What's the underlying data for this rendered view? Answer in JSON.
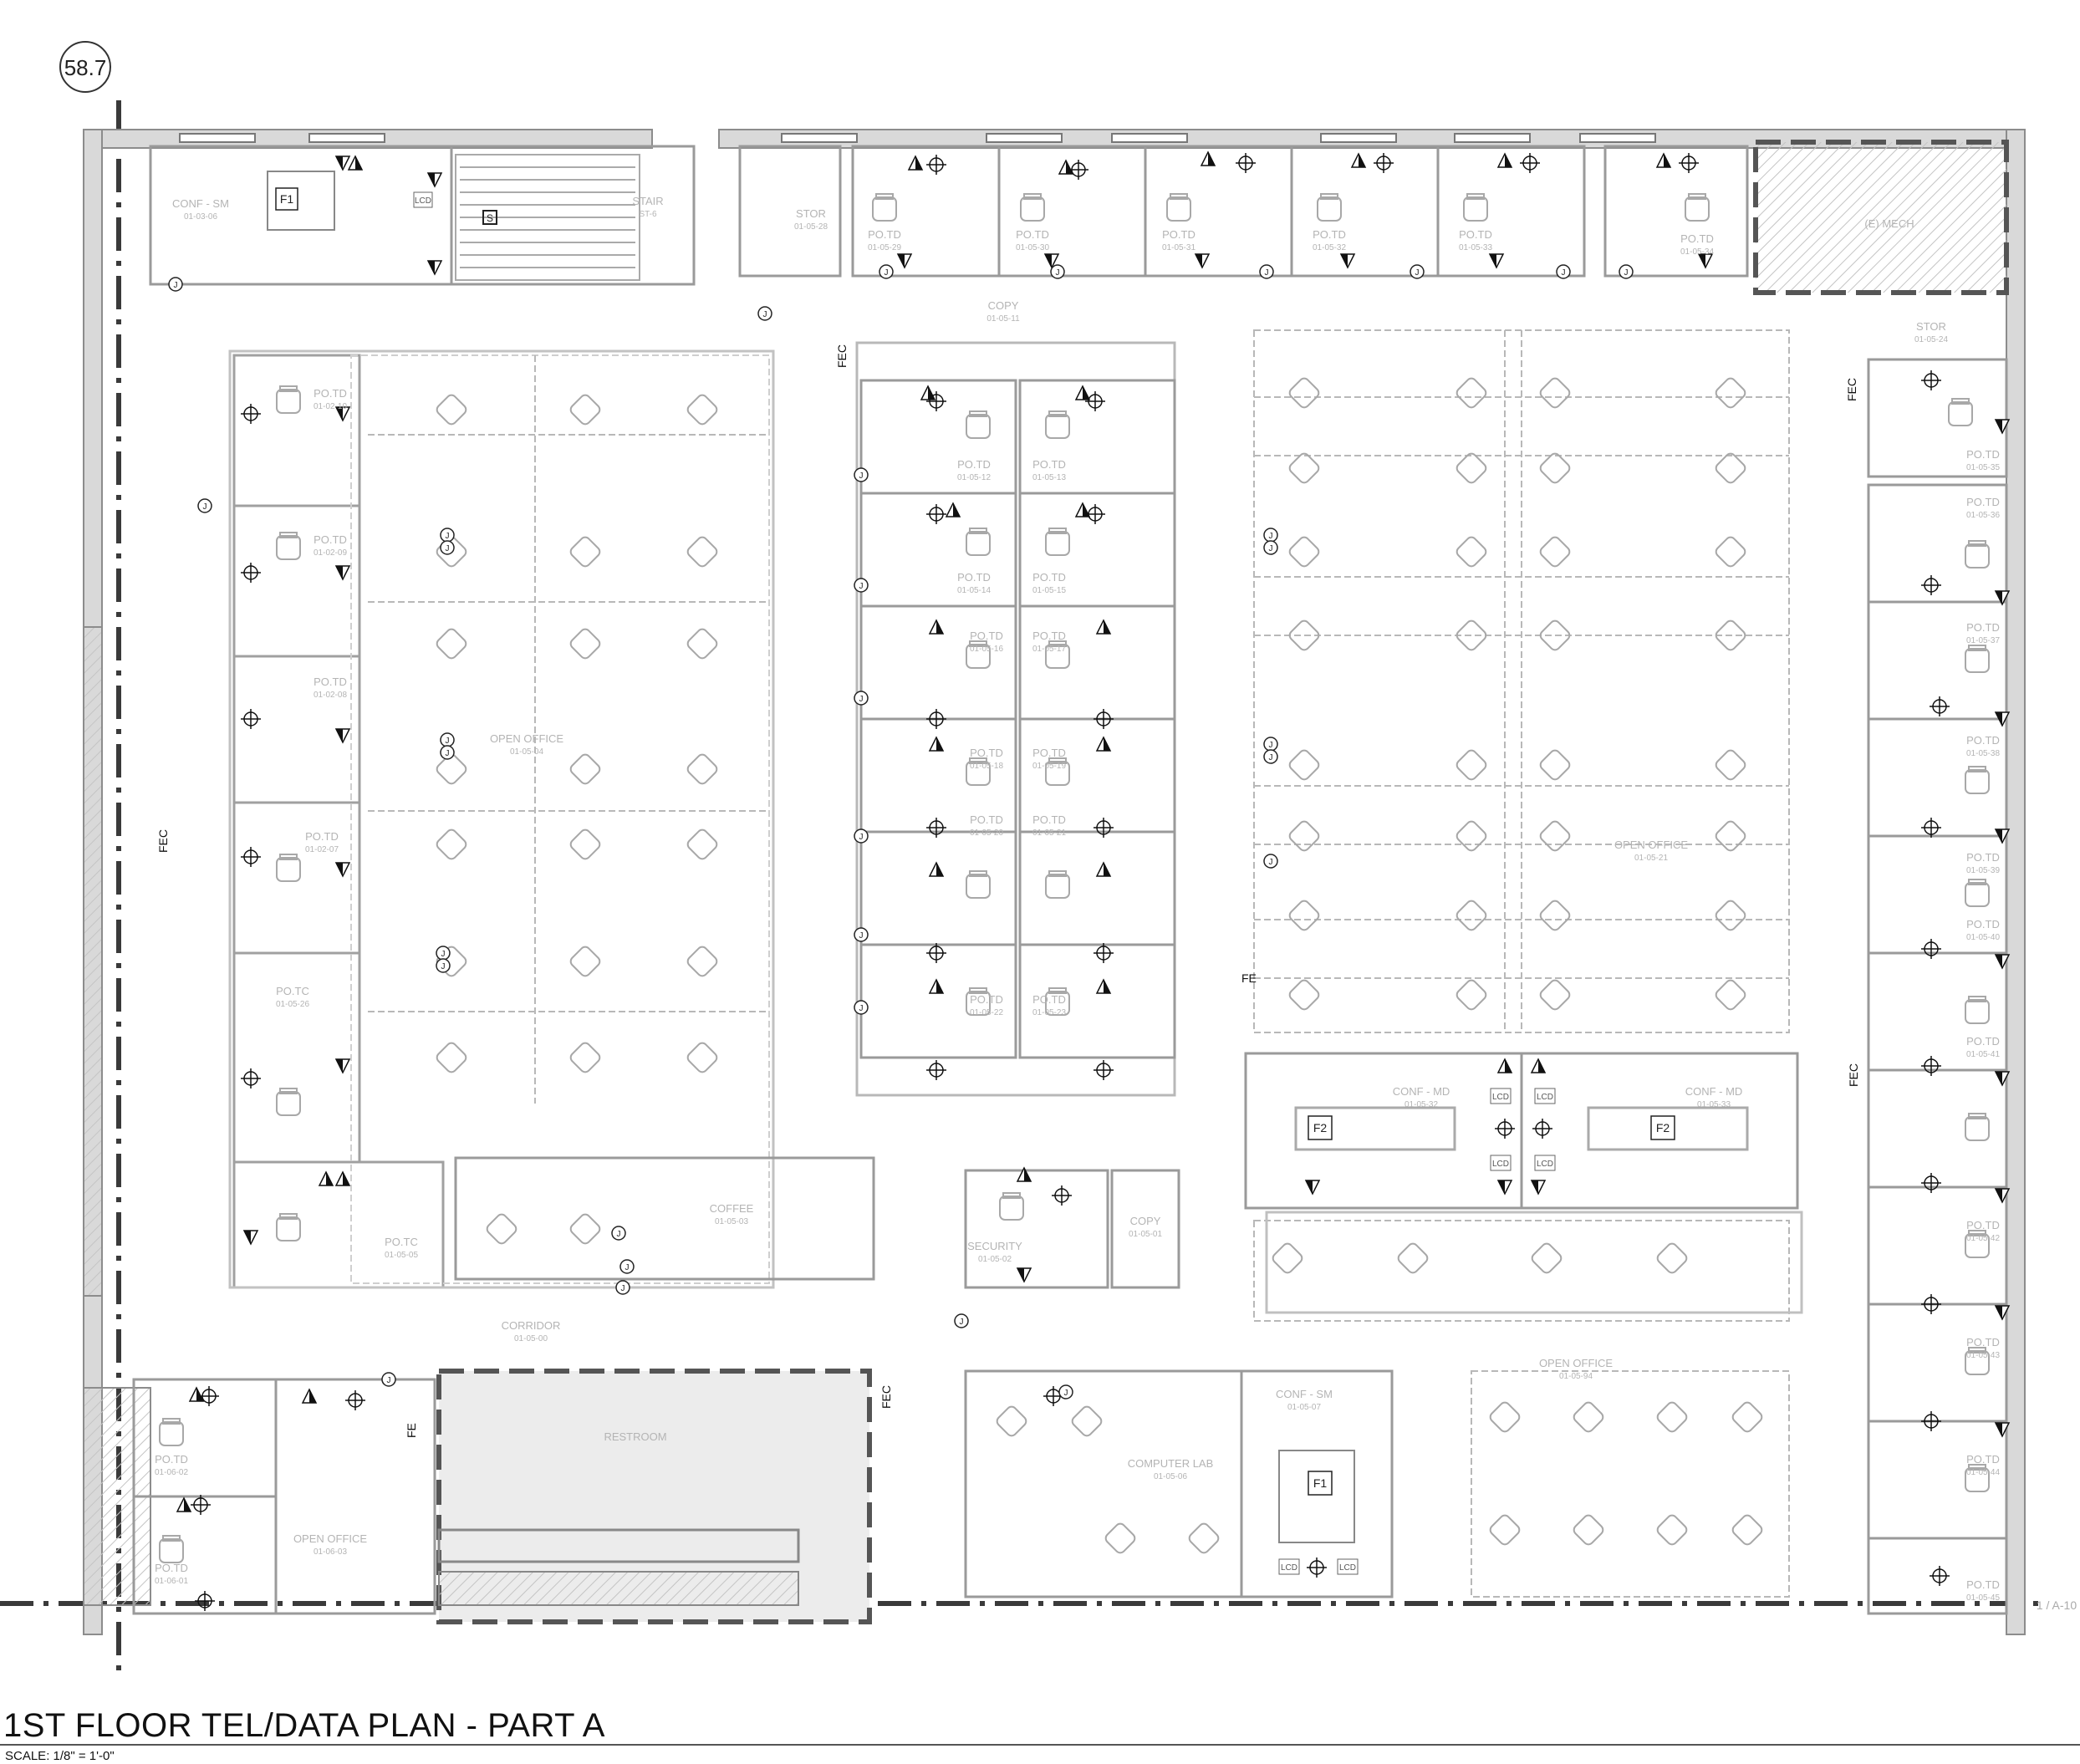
{
  "grid_bubble": "58.7",
  "sheet": {
    "title": "1ST FLOOR TEL/DATA PLAN - PART A",
    "scale": "SCALE:  1/8\" = 1'-0\"",
    "detail_ref": "1 / A-10"
  },
  "rooms": [
    {
      "name": "CONF - SM",
      "num": "01-03-06"
    },
    {
      "name": "STAIR",
      "num": "ST-6"
    },
    {
      "name": "STOR",
      "num": "01-05-28"
    },
    {
      "name": "PO.TD",
      "num": "01-05-29"
    },
    {
      "name": "PO.TD",
      "num": "01-05-30"
    },
    {
      "name": "PO.TD",
      "num": "01-05-31"
    },
    {
      "name": "PO.TD",
      "num": "01-05-32"
    },
    {
      "name": "PO.TD",
      "num": "01-05-33"
    },
    {
      "name": "PO.TD",
      "num": "01-05-34"
    },
    {
      "name": "(E) MECH",
      "num": ""
    },
    {
      "name": "COPY",
      "num": "01-05-11"
    },
    {
      "name": "STOR",
      "num": "01-05-24"
    },
    {
      "name": "PO.TD",
      "num": "01-02-10"
    },
    {
      "name": "PO.TD",
      "num": "01-02-09"
    },
    {
      "name": "PO.TD",
      "num": "01-02-08"
    },
    {
      "name": "PO.TD",
      "num": "01-02-07"
    },
    {
      "name": "PO.TC",
      "num": "01-05-26"
    },
    {
      "name": "PO.TC",
      "num": "01-05-05"
    },
    {
      "name": "OPEN OFFICE",
      "num": "01-05-04"
    },
    {
      "name": "PO.TD",
      "num": "01-05-12"
    },
    {
      "name": "PO.TD",
      "num": "01-05-13"
    },
    {
      "name": "PO.TD",
      "num": "01-05-14"
    },
    {
      "name": "PO.TD",
      "num": "01-05-15"
    },
    {
      "name": "PO.TD",
      "num": "01-05-16"
    },
    {
      "name": "PO.TD",
      "num": "01-05-17"
    },
    {
      "name": "PO.TD",
      "num": "01-05-18"
    },
    {
      "name": "PO.TD",
      "num": "01-05-19"
    },
    {
      "name": "PO.TD",
      "num": "01-05-20"
    },
    {
      "name": "PO.TD",
      "num": "01-05-21"
    },
    {
      "name": "PO.TD",
      "num": "01-05-22"
    },
    {
      "name": "PO.TD",
      "num": "01-05-23"
    },
    {
      "name": "OPEN OFFICE",
      "num": "01-05-21"
    },
    {
      "name": "PO.TD",
      "num": "01-05-35"
    },
    {
      "name": "PO.TD",
      "num": "01-05-36"
    },
    {
      "name": "PO.TD",
      "num": "01-05-37"
    },
    {
      "name": "PO.TD",
      "num": "01-05-38"
    },
    {
      "name": "PO.TD",
      "num": "01-05-39"
    },
    {
      "name": "PO.TD",
      "num": "01-05-40"
    },
    {
      "name": "PO.TD",
      "num": "01-05-41"
    },
    {
      "name": "PO.TD",
      "num": "01-05-42"
    },
    {
      "name": "PO.TD",
      "num": "01-05-43"
    },
    {
      "name": "PO.TD",
      "num": "01-05-44"
    },
    {
      "name": "PO.TD",
      "num": "01-05-45"
    },
    {
      "name": "CONF - MD",
      "num": "01-05-32"
    },
    {
      "name": "CONF - MD",
      "num": "01-05-33"
    },
    {
      "name": "COFFEE",
      "num": "01-05-03"
    },
    {
      "name": "SECURITY",
      "num": "01-05-02"
    },
    {
      "name": "COPY",
      "num": "01-05-01"
    },
    {
      "name": "CORRIDOR",
      "num": "01-05-00"
    },
    {
      "name": "OPEN OFFICE",
      "num": "01-05-94"
    },
    {
      "name": "PO.TD",
      "num": "01-06-02"
    },
    {
      "name": "PO.TD",
      "num": "01-06-01"
    },
    {
      "name": "OPEN OFFICE",
      "num": "01-06-03"
    },
    {
      "name": "RESTROOM",
      "num": ""
    },
    {
      "name": "COMPUTER LAB",
      "num": "01-05-06"
    },
    {
      "name": "CONF - SM",
      "num": "01-05-07"
    }
  ],
  "tags": {
    "fec": "FEC",
    "fe": "FE",
    "lcd": "LCD",
    "j": "J",
    "f1": "F1",
    "f2": "F2",
    "s": "S"
  },
  "colors": {
    "wall": "#8c8c8c",
    "wall_fill": "#d9d9d9",
    "furniture": "#a8a8a8",
    "symbol": "#1a1a1a",
    "label": "#b4b4b4",
    "grid": "#3a3a3a"
  }
}
